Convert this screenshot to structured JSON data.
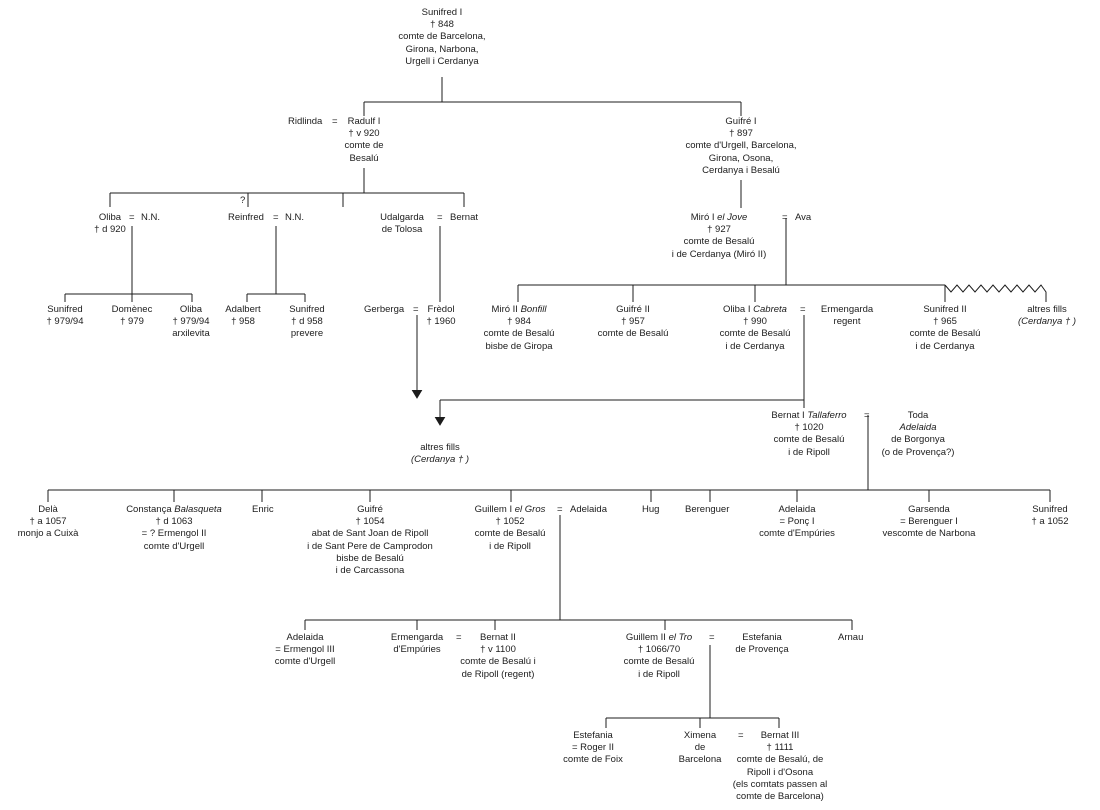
{
  "people": {
    "sunifred1": [
      "Sunifred I",
      "† 848",
      "comte de Barcelona,",
      "Girona, Narbona,",
      "Urgell i Cerdanya"
    ],
    "ridlinda": [
      "Ridlinda"
    ],
    "radulf1": [
      "Radulf I",
      "† v 920",
      "comte de",
      "Besalú"
    ],
    "guifre1": [
      "Guifré I",
      "† 897",
      "comte d'Urgell, Barcelona,",
      "Girona, Osona,",
      "Cerdanya i Besalú"
    ],
    "oliba_a": [
      "Oliba",
      "† d 920"
    ],
    "nn1": [
      "N.N."
    ],
    "reinfred": [
      "Reinfred"
    ],
    "nn2": [
      "N.N."
    ],
    "udalgarda": [
      "Udalgarda",
      "de Tolosa"
    ],
    "bernat_a": [
      "Bernat"
    ],
    "miro1": [
      "",
      "† 927",
      "comte de Besalú",
      "i de Cerdanya (Miró II)"
    ],
    "ava": [
      "Ava"
    ],
    "sunifred_a": [
      "Sunifred",
      "† 979/94"
    ],
    "domenec": [
      "Domènec",
      "† 979"
    ],
    "oliba_b": [
      "Oliba",
      "† 979/94",
      "arxilevita"
    ],
    "adalbert": [
      "Adalbert",
      "† 958"
    ],
    "sunifred_b": [
      "Sunifred",
      "† d 958",
      "prevere"
    ],
    "gerberga": [
      "Gerberga"
    ],
    "fredol": [
      "Frèdol",
      "† 1960"
    ],
    "miro2": [
      "",
      "† 984",
      "comte de Besalú",
      "bisbe de Giropa"
    ],
    "guifre2": [
      "Guifré II",
      "† 957",
      "comte de Besalú"
    ],
    "oliba1": [
      "",
      "† 990",
      "comte de Besalú",
      "i de Cerdanya"
    ],
    "ermengarda_r": [
      "Ermengarda",
      "regent"
    ],
    "sunifred2": [
      "Sunifred II",
      "† 965",
      "comte de Besalú",
      "i de Cerdanya"
    ],
    "altres1": [
      "altres fills"
    ],
    "altres2": [
      "altres fills"
    ],
    "bernat1": [
      "",
      "† 1020",
      "comte de Besalú",
      "i de Ripoll"
    ],
    "toda": [
      "Toda",
      "",
      "de Borgonya",
      "(o de Provença?)"
    ],
    "dela": [
      "Delà",
      "† a 1057",
      "monjo a Cuixà"
    ],
    "constanca": [
      "",
      "† d 1063",
      "= ? Ermengol II",
      "comte d'Urgell"
    ],
    "enric": [
      "Enric"
    ],
    "guifre_b": [
      "Guifré",
      "† 1054",
      "abat de Sant Joan de Ripoll",
      "i de Sant Pere de Camprodon",
      "bisbe de Besalú",
      "i de Carcassona"
    ],
    "guillem1": [
      "",
      "† 1052",
      "comte de Besalú",
      "i de Ripoll"
    ],
    "adelaida_w": [
      "Adelaida"
    ],
    "hug": [
      "Hug"
    ],
    "berenguer": [
      "Berenguer"
    ],
    "adelaida_b": [
      "Adelaida",
      "= Ponç I",
      "comte d'Empúries"
    ],
    "garsenda": [
      "Garsenda",
      "= Berenguer I",
      "vescomte de Narbona"
    ],
    "sunifred_c": [
      "Sunifred",
      "† a 1052"
    ],
    "adelaida_c": [
      "Adelaida",
      "= Ermengol III",
      "comte d'Urgell"
    ],
    "ermengarda_e": [
      "Ermengarda",
      "d'Empúries"
    ],
    "bernat2": [
      "Bernat II",
      "† v 1100",
      "comte de Besalú i",
      "de Ripoll (regent)"
    ],
    "guillem2": [
      "",
      "† 1066/70",
      "comte de Besalú",
      "i de Ripoll"
    ],
    "estefania_p": [
      "Estefania",
      "de Provença"
    ],
    "arnau": [
      "Arnau"
    ],
    "estefania_f": [
      "Estefania",
      "= Roger II",
      "comte de Foix"
    ],
    "ximena": [
      "Ximena",
      "de",
      "Barcelona"
    ],
    "bernat3": [
      "Bernat III",
      "† 1111",
      "comte de Besalú, de",
      "Ripoll i d'Osona",
      "(els comtats passen al",
      "comte de Barcelona)"
    ]
  },
  "inline_names": {
    "miro1": [
      "Miró I ",
      "el Jove"
    ],
    "miro2": [
      "Miró II ",
      "Bonfill"
    ],
    "oliba1": [
      "Oliba I ",
      "Cabreta"
    ],
    "bernat1": [
      "Bernat I ",
      "Tallaferro"
    ],
    "constanca": [
      "Constança ",
      "Balasqueta"
    ],
    "guillem1": [
      "Guillem I ",
      "el Gros"
    ],
    "guillem2": [
      "Guillem II ",
      "el Tro"
    ]
  },
  "italic_lines": {
    "toda_epithet": "Adelaida",
    "altres1_note": "(Cerdanya † )",
    "altres2_note": "(Cerdanya † )"
  },
  "marks": {
    "marriage": "=",
    "uncertain": "?"
  }
}
